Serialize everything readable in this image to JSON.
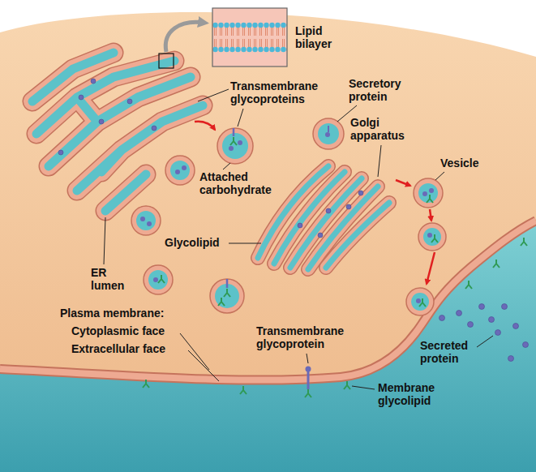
{
  "diagram": {
    "labels": [
      "Lipid bilayer",
      "Transmembrane glycoproteins",
      "Secretory protein",
      "Golgi apparatus",
      "Vesicle",
      "Attached carbohydrate",
      "Glycolipid",
      "ER lumen",
      "Plasma membrane:",
      "Cytoplasmic face",
      "Extracellular face",
      "Transmembrane glycoprotein",
      "Secreted protein",
      "Membrane glycolipid"
    ]
  }
}
